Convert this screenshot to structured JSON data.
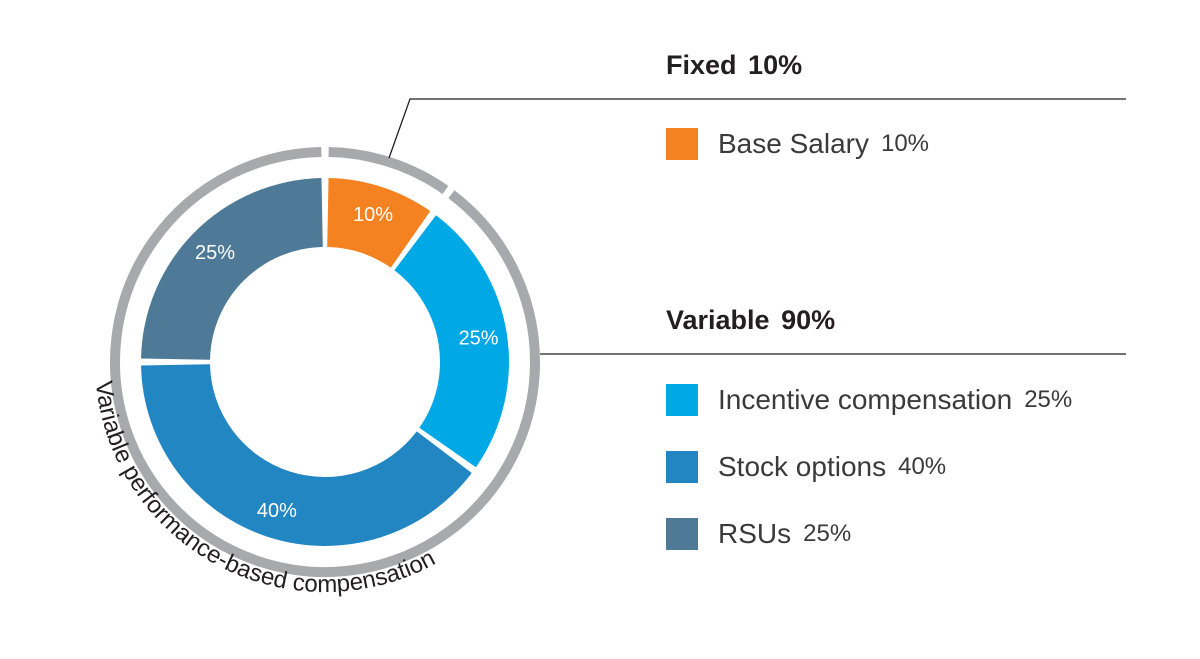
{
  "chart_data": {
    "type": "pie",
    "style": "donut",
    "slices": [
      {
        "name": "Base Salary",
        "value": 10,
        "label": "10%",
        "color": "#f58220"
      },
      {
        "name": "Incentive compensation",
        "value": 25,
        "label": "25%",
        "color": "#00a9e5"
      },
      {
        "name": "Stock options",
        "value": 40,
        "label": "40%",
        "color": "#2286c3"
      },
      {
        "name": "RSUs",
        "value": 25,
        "label": "25%",
        "color": "#4e7a97"
      }
    ],
    "outer_ring": [
      {
        "name": "Fixed",
        "value": 10
      },
      {
        "name": "Variable",
        "value": 90
      }
    ],
    "ring_color": "#a7a9ac",
    "arc_text": "Variable performance-based compensation 90%"
  },
  "legend": {
    "fixed": {
      "title": "Fixed",
      "value": "10%",
      "items": [
        {
          "label": "Base Salary",
          "value": "10%",
          "color": "#f58220"
        }
      ]
    },
    "variable": {
      "title": "Variable",
      "value": "90%",
      "items": [
        {
          "label": "Incentive compensation",
          "value": "25%",
          "color": "#00a9e5"
        },
        {
          "label": "Stock options",
          "value": "40%",
          "color": "#2286c3"
        },
        {
          "label": "RSUs",
          "value": "25%",
          "color": "#4e7a97"
        }
      ]
    }
  }
}
